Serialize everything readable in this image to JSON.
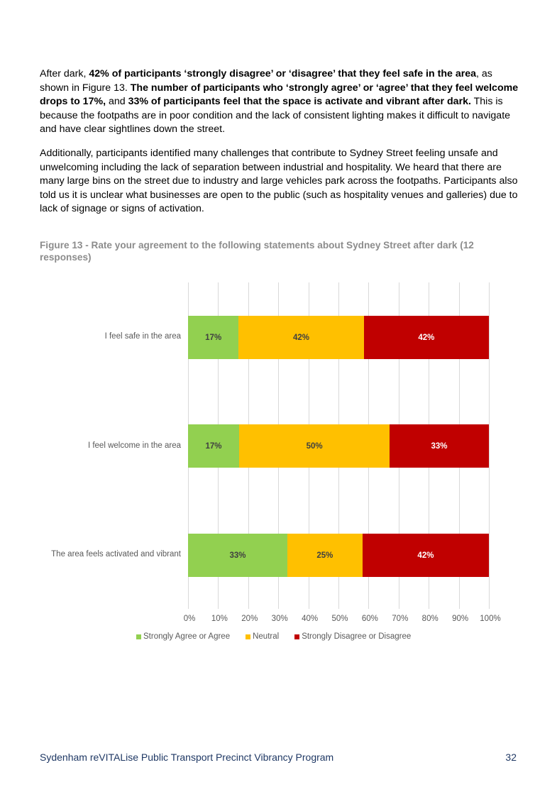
{
  "body": {
    "paragraph1": {
      "s1_pre": "After dark, ",
      "s1_bold": "42% of participants ‘strongly disagree’ or ‘disagree’ that they feel safe in the area",
      "s1_post": ", as shown in Figure 13. ",
      "s2_bold": "The number of participants who ‘strongly agree’ or ‘agree’ that they feel welcome drops to 17%,",
      "s2_mid": " and ",
      "s3_bold": "33% of participants feel that the space is activate and vibrant after dark.",
      "s3_post": "  This is because the footpaths are in poor condition and the lack of consistent lighting makes it difficult to navigate and have clear sightlines down the street."
    },
    "paragraph2": "Additionally, participants identified many challenges that contribute to Sydney Street feeling unsafe and unwelcoming including the lack of separation between industrial and hospitality. We heard that there are many large bins on the street due to industry and large vehicles park across the footpaths. Participants also told us it is unclear what businesses are open to the public (such as hospitality venues and galleries) due to lack of signage or signs of activation."
  },
  "figure": {
    "caption": "Figure 13 - Rate your agreement to the following statements about Sydney Street after dark (12 responses)"
  },
  "chart_data": {
    "type": "bar",
    "orientation": "horizontal",
    "stacked": "100%",
    "title": "Figure 13 - Rate your agreement to the following statements about Sydney Street after dark (12 responses)",
    "xlabel": "",
    "ylabel": "",
    "xlim": [
      0,
      100
    ],
    "grid": true,
    "legend_position": "bottom",
    "categories": [
      "I feel safe in the area",
      "I feel welcome in the area",
      "The area feels activated and vibrant"
    ],
    "x_ticks": [
      "0%",
      "10%",
      "20%",
      "30%",
      "40%",
      "50%",
      "60%",
      "70%",
      "80%",
      "90%",
      "100%"
    ],
    "series": [
      {
        "name": "Strongly Agree or Agree",
        "color": "#92d050",
        "values": [
          17,
          17,
          33
        ],
        "labels": [
          "17%",
          "17%",
          "33%"
        ]
      },
      {
        "name": "Neutral",
        "color": "#ffc000",
        "values": [
          42,
          50,
          25
        ],
        "labels": [
          "42%",
          "50%",
          "25%"
        ]
      },
      {
        "name": "Strongly Disagree or Disagree",
        "color": "#c00000",
        "values": [
          42,
          33,
          42
        ],
        "labels": [
          "42%",
          "33%",
          "42%"
        ]
      }
    ]
  },
  "footer": {
    "title": "Sydenham reVITALise Public Transport Precinct Vibrancy Program",
    "page_number": "32"
  }
}
